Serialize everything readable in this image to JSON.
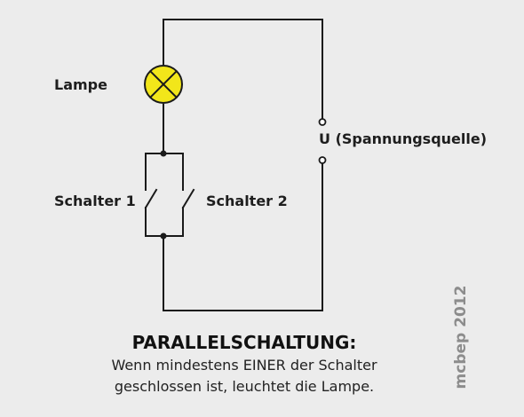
{
  "labels": {
    "lamp": "Lampe",
    "source": "U (Spannungsquelle)",
    "switch1": "Schalter 1",
    "switch2": "Schalter 2"
  },
  "heading": "PARALLELSCHALTUNG:",
  "description": {
    "line1": "Wenn mindestens EINER der Schalter",
    "line2": "geschlossen ist, leuchtet die Lampe."
  },
  "credit": "mcbep 2012",
  "colors": {
    "wire": "#1a1a1a",
    "lamp_fill": "#f2e61a",
    "background": "#ececec",
    "credit": "#8c8c8c"
  }
}
